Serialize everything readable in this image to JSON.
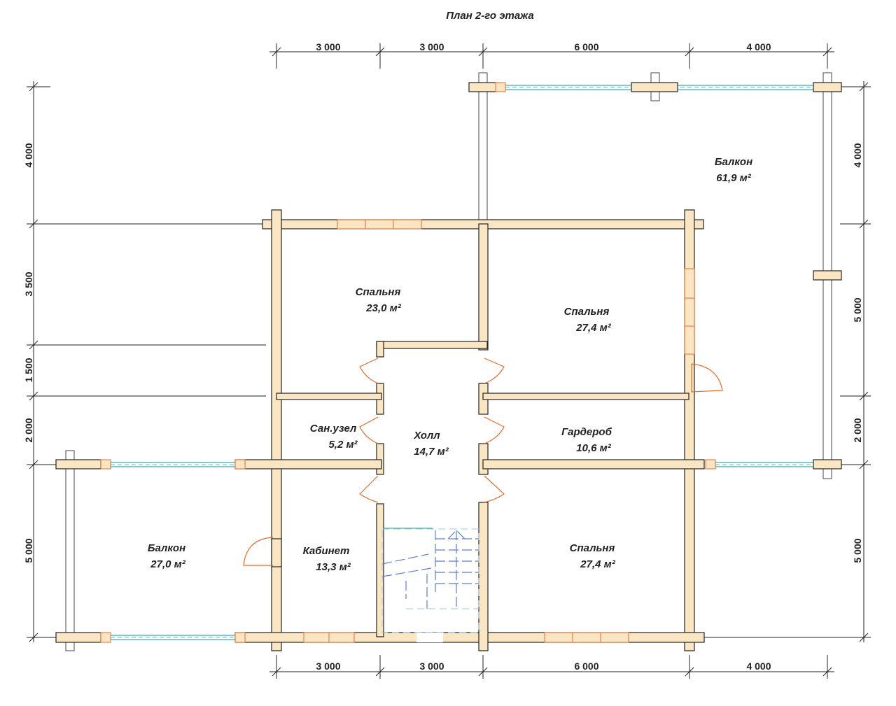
{
  "title": "План 2-го этажа",
  "rooms": [
    {
      "id": "balcony-top",
      "name": "Балкон",
      "area": "61,9 м²"
    },
    {
      "id": "bedroom-1",
      "name": "Спальня",
      "area": "23,0 м²"
    },
    {
      "id": "bedroom-2",
      "name": "Спальня",
      "area": "27,4 м²"
    },
    {
      "id": "bathroom",
      "name": "Сан.узел",
      "area": "5,2 м²"
    },
    {
      "id": "hall",
      "name": "Холл",
      "area": "14,7 м²"
    },
    {
      "id": "wardrobe",
      "name": "Гардероб",
      "area": "10,6 м²"
    },
    {
      "id": "balcony-left",
      "name": "Балкон",
      "area": "27,0 м²"
    },
    {
      "id": "office",
      "name": "Кабинет",
      "area": "13,3 м²"
    },
    {
      "id": "bedroom-3",
      "name": "Спальня",
      "area": "27,4 м²"
    }
  ],
  "dimensions": {
    "top": [
      "3 000",
      "3 000",
      "6 000",
      "4 000"
    ],
    "bottom": [
      "3 000",
      "3 000",
      "6 000",
      "4 000"
    ],
    "left": [
      "4 000",
      "3 500",
      "1 500",
      "2 000",
      "5 000"
    ],
    "right": [
      "4 000",
      "5 000",
      "2 000",
      "5 000"
    ]
  },
  "colors": {
    "wall": "#fbe6c4",
    "door": "#e86a2c",
    "rail": "#3aaea6",
    "stair": "#5b7fd6"
  }
}
